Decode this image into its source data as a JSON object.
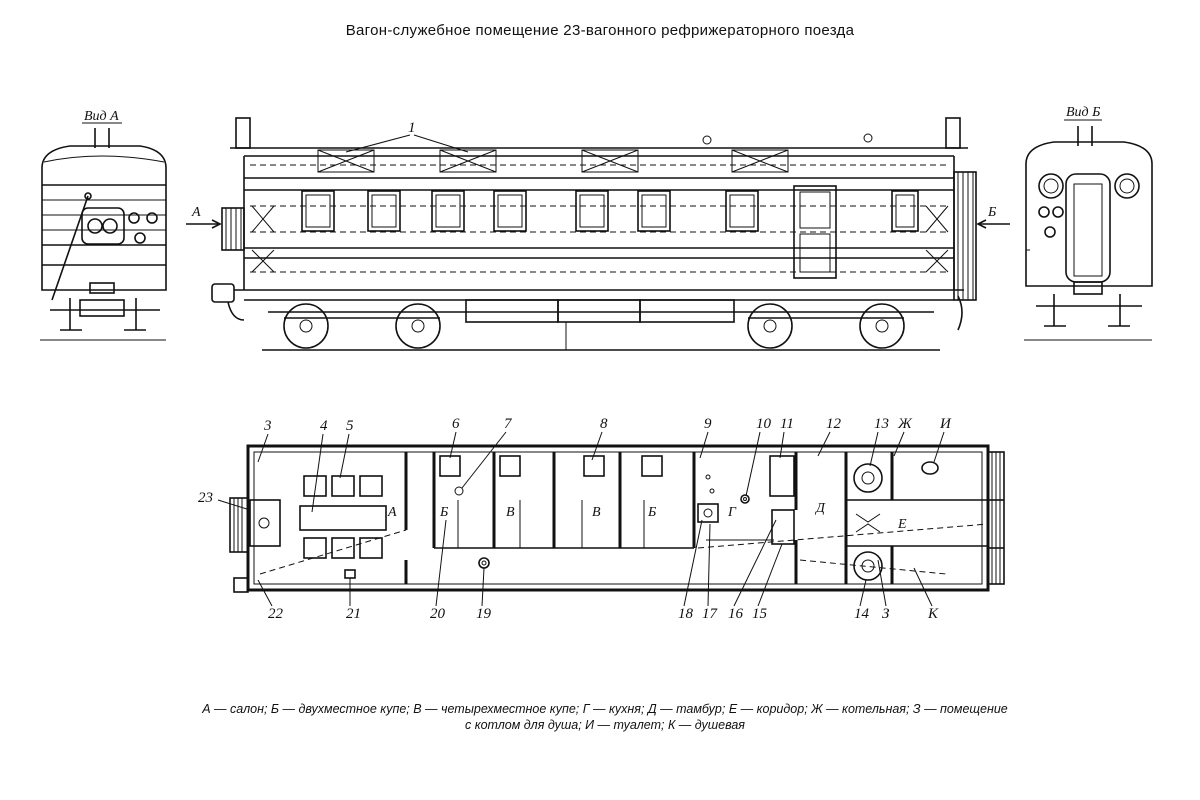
{
  "title": "Вагон-служебное помещение 23-вагонного рефрижераторного поезда",
  "views": {
    "view_a": "Вид А",
    "view_b": "Вид Б",
    "arrow_a": "А",
    "arrow_b": "Б",
    "callout_1": "1"
  },
  "plan_room_labels": {
    "salon": "А",
    "kupe_b1": "Б",
    "kupe_v1": "В",
    "kupe_v2": "В",
    "kupe_b2": "Б",
    "kitchen": "Г",
    "tambur": "Д",
    "corridor": "Е"
  },
  "plan_top_callouts": [
    "3",
    "4",
    "5",
    "6",
    "7",
    "8",
    "9",
    "10",
    "11",
    "12",
    "13",
    "Ж",
    "И"
  ],
  "plan_bottom_callouts": [
    "22",
    "21",
    "20",
    "19",
    "18",
    "17",
    "16",
    "15",
    "14",
    "З",
    "К"
  ],
  "plan_left_callout": "23",
  "legend": {
    "line1": "А — салон; Б — двухместное купе; В — четырехместное купе; Г — кухня; Д — тамбур; Е — коридор; Ж — котельная; З — помещение",
    "line2": "с котлом для душа; И — туалет; К — душевая"
  }
}
